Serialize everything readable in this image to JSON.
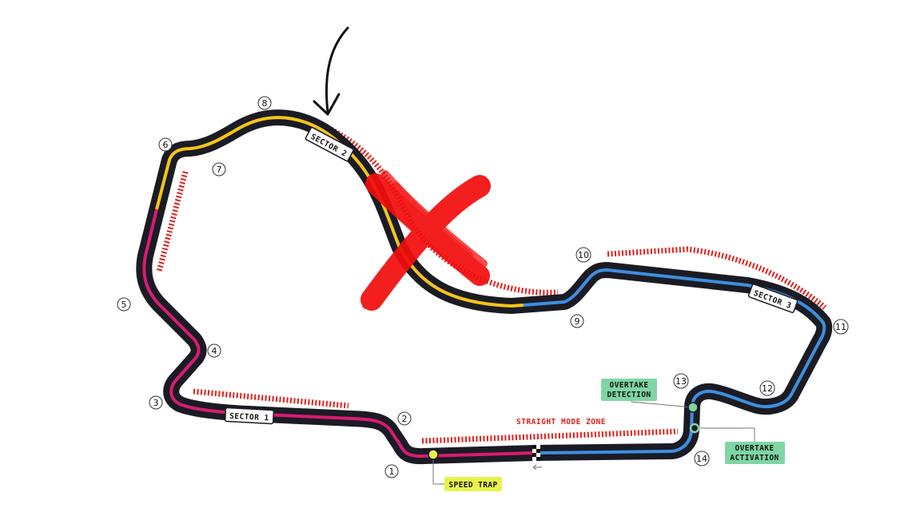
{
  "track": {
    "sectors": [
      {
        "label": "SECTOR 1",
        "color": "#d81b72"
      },
      {
        "label": "SECTOR 2",
        "color": "#f5c518"
      },
      {
        "label": "SECTOR 3",
        "color": "#3d8fe0"
      }
    ],
    "turns": [
      "1",
      "2",
      "3",
      "4",
      "5",
      "6",
      "7",
      "8",
      "9",
      "10",
      "11",
      "12",
      "13",
      "14"
    ],
    "zone_label": "STRAIGHT MODE ZONE",
    "speed_trap": {
      "label": "SPEED TRAP",
      "color": "#e8f24a"
    },
    "overtake_detection": {
      "line1": "OVERTAKE",
      "line2": "DETECTION",
      "color": "#7fd6a4"
    },
    "overtake_activation": {
      "line1": "OVERTAKE",
      "line2": "ACTIVATION",
      "color": "#7fd6a4"
    },
    "zone_color": "#e0201a",
    "track_color": "#1b1b24",
    "cross_color": "#f20d0d"
  }
}
